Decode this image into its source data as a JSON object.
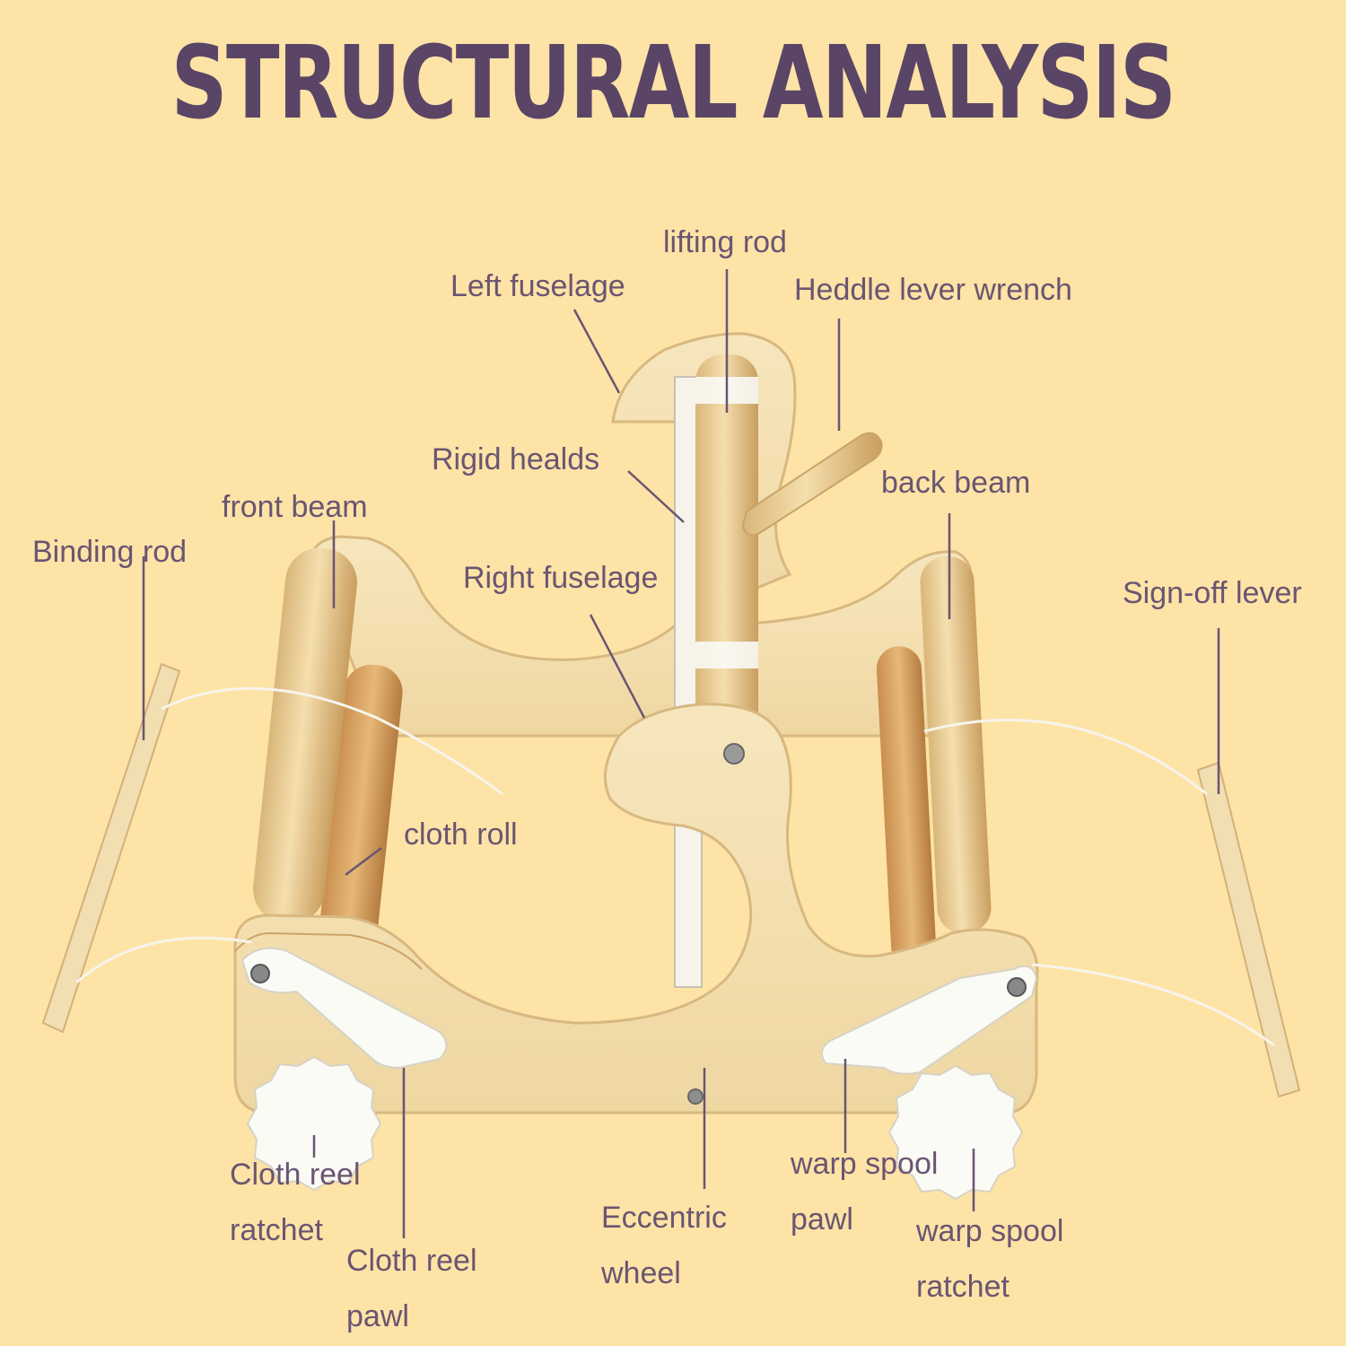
{
  "title": "STRUCTURAL ANALYSIS",
  "labels": {
    "lifting_rod": "lifting rod",
    "left_fuselage": "Left fuselage",
    "heddle_lever_wrench": "Heddle lever wrench",
    "rigid_healds": "Rigid healds",
    "back_beam": "back beam",
    "front_beam": "front beam",
    "binding_rod": "Binding rod",
    "right_fuselage": "Right fuselage",
    "sign_off_lever": "Sign-off lever",
    "cloth_roll": "cloth roll",
    "cloth_reel_ratchet_1": "Cloth reel",
    "cloth_reel_ratchet_2": "ratchet",
    "cloth_reel_pawl_1": "Cloth reel",
    "cloth_reel_pawl_2": "pawl",
    "eccentric_wheel_1": "Eccentric",
    "eccentric_wheel_2": "wheel",
    "warp_spool_pawl_1": "warp spool",
    "warp_spool_pawl_2": "pawl",
    "warp_spool_ratchet_1": "warp spool",
    "warp_spool_ratchet_2": "ratchet"
  },
  "colors": {
    "background": "#fde3a6",
    "title": "#5a4566",
    "label": "#6a5572",
    "wood_light": "#f2dca8",
    "wood_dark": "#dcb97a",
    "plastic": "#fbfbf6"
  }
}
